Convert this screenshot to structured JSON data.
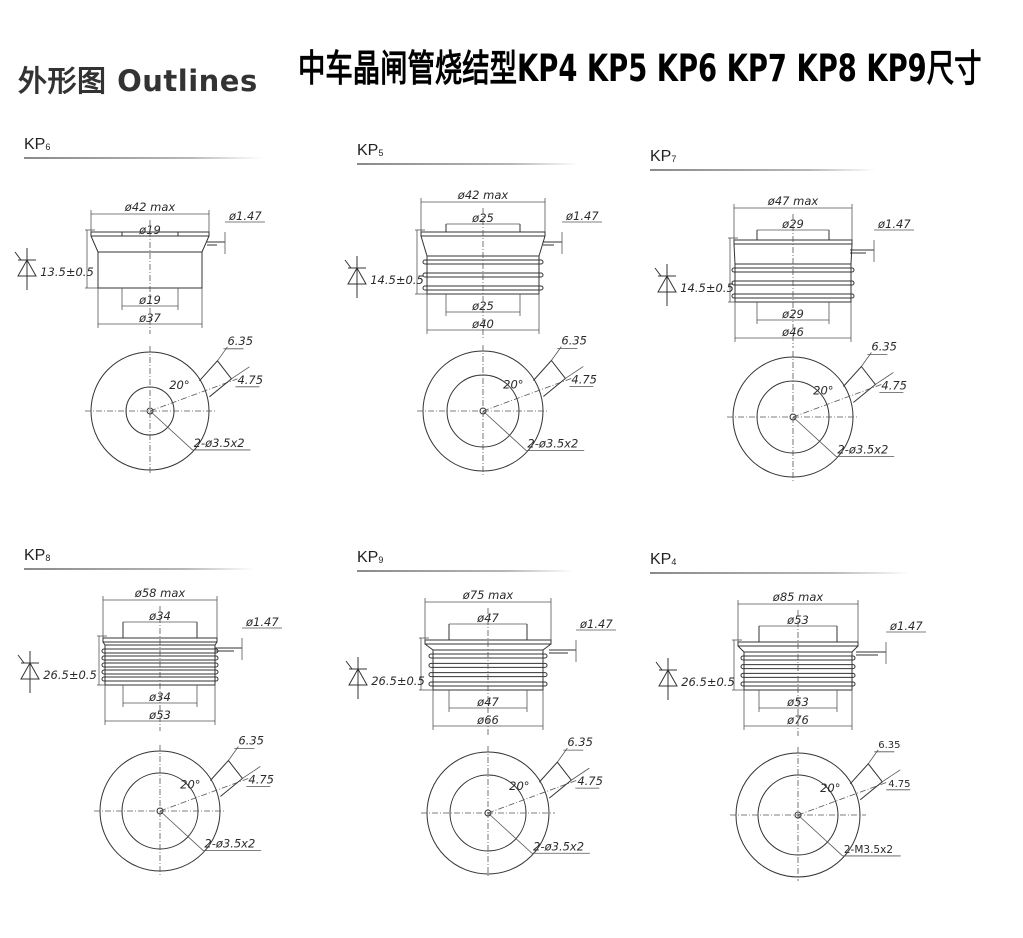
{
  "header": {
    "outlines_label": "外形图 Outlines",
    "title": "中车晶闸管烧结型KP4 KP5 KP6 KP7 KP8 KP9尺寸"
  },
  "components": [
    {
      "base": "KP",
      "sub": "6",
      "outer_dia": "ø42 max",
      "top_dia": "ø19",
      "bottom_dia": "ø19",
      "body_dia": "ø37",
      "height": "13.5±0.5",
      "lead": "ø1.47",
      "dim_a": "6.35",
      "dim_b": "4.75",
      "angle": "20°",
      "holes": "2-ø3.5x2"
    },
    {
      "base": "KP",
      "sub": "5",
      "outer_dia": "ø42 max",
      "top_dia": "ø25",
      "bottom_dia": "ø25",
      "body_dia": "ø40",
      "height": "14.5±0.5",
      "lead": "ø1.47",
      "dim_a": "6.35",
      "dim_b": "4.75",
      "angle": "20°",
      "holes": "2-ø3.5x2"
    },
    {
      "base": "KP",
      "sub": "7",
      "outer_dia": "ø47 max",
      "top_dia": "ø29",
      "bottom_dia": "ø29",
      "body_dia": "ø46",
      "height": "14.5±0.5",
      "lead": "ø1.47",
      "dim_a": "6.35",
      "dim_b": "4.75",
      "angle": "20°",
      "holes": "2-ø3.5x2"
    },
    {
      "base": "KP",
      "sub": "8",
      "outer_dia": "ø58 max",
      "top_dia": "ø34",
      "bottom_dia": "ø34",
      "body_dia": "ø53",
      "height": "26.5±0.5",
      "lead": "ø1.47",
      "dim_a": "6.35",
      "dim_b": "4.75",
      "angle": "20°",
      "holes": "2-ø3.5x2"
    },
    {
      "base": "KP",
      "sub": "9",
      "outer_dia": "ø75 max",
      "top_dia": "ø47",
      "bottom_dia": "ø47",
      "body_dia": "ø66",
      "height": "26.5±0.5",
      "lead": "ø1.47",
      "dim_a": "6.35",
      "dim_b": "4.75",
      "angle": "20°",
      "holes": "2-ø3.5x2"
    },
    {
      "base": "KP",
      "sub": "4",
      "outer_dia": "ø85 max",
      "top_dia": "ø53",
      "bottom_dia": "ø53",
      "body_dia": "ø76",
      "height": "26.5±0.5",
      "lead": "ø1.47",
      "dim_a": "6.35",
      "dim_b": "4.75",
      "angle": "20°",
      "holes": "2-M3.5x2"
    }
  ]
}
